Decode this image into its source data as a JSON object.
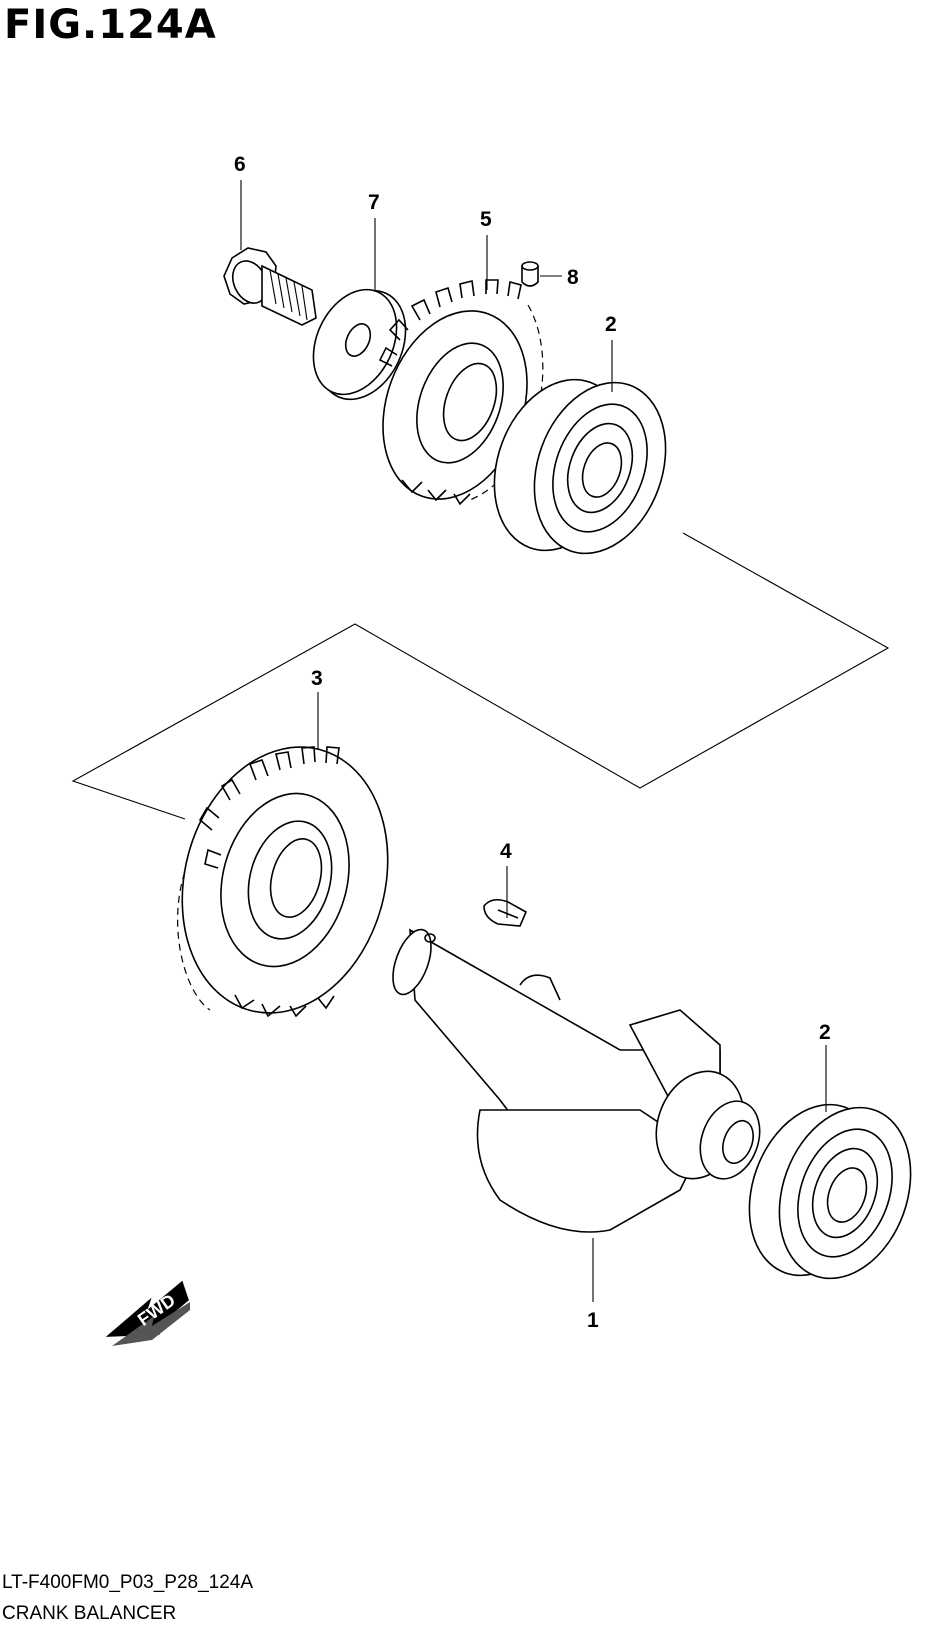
{
  "figure": {
    "title": "FIG.124A",
    "code": "LT-F400FM0_P03_P28_124A",
    "name": "CRANK BALANCER"
  },
  "callouts": {
    "part_1": "1",
    "part_2_top": "2",
    "part_2_bottom": "2",
    "part_3": "3",
    "part_4": "4",
    "part_5": "5",
    "part_6": "6",
    "part_7": "7",
    "part_8": "8"
  },
  "direction_arrow": {
    "label": "FWD"
  }
}
